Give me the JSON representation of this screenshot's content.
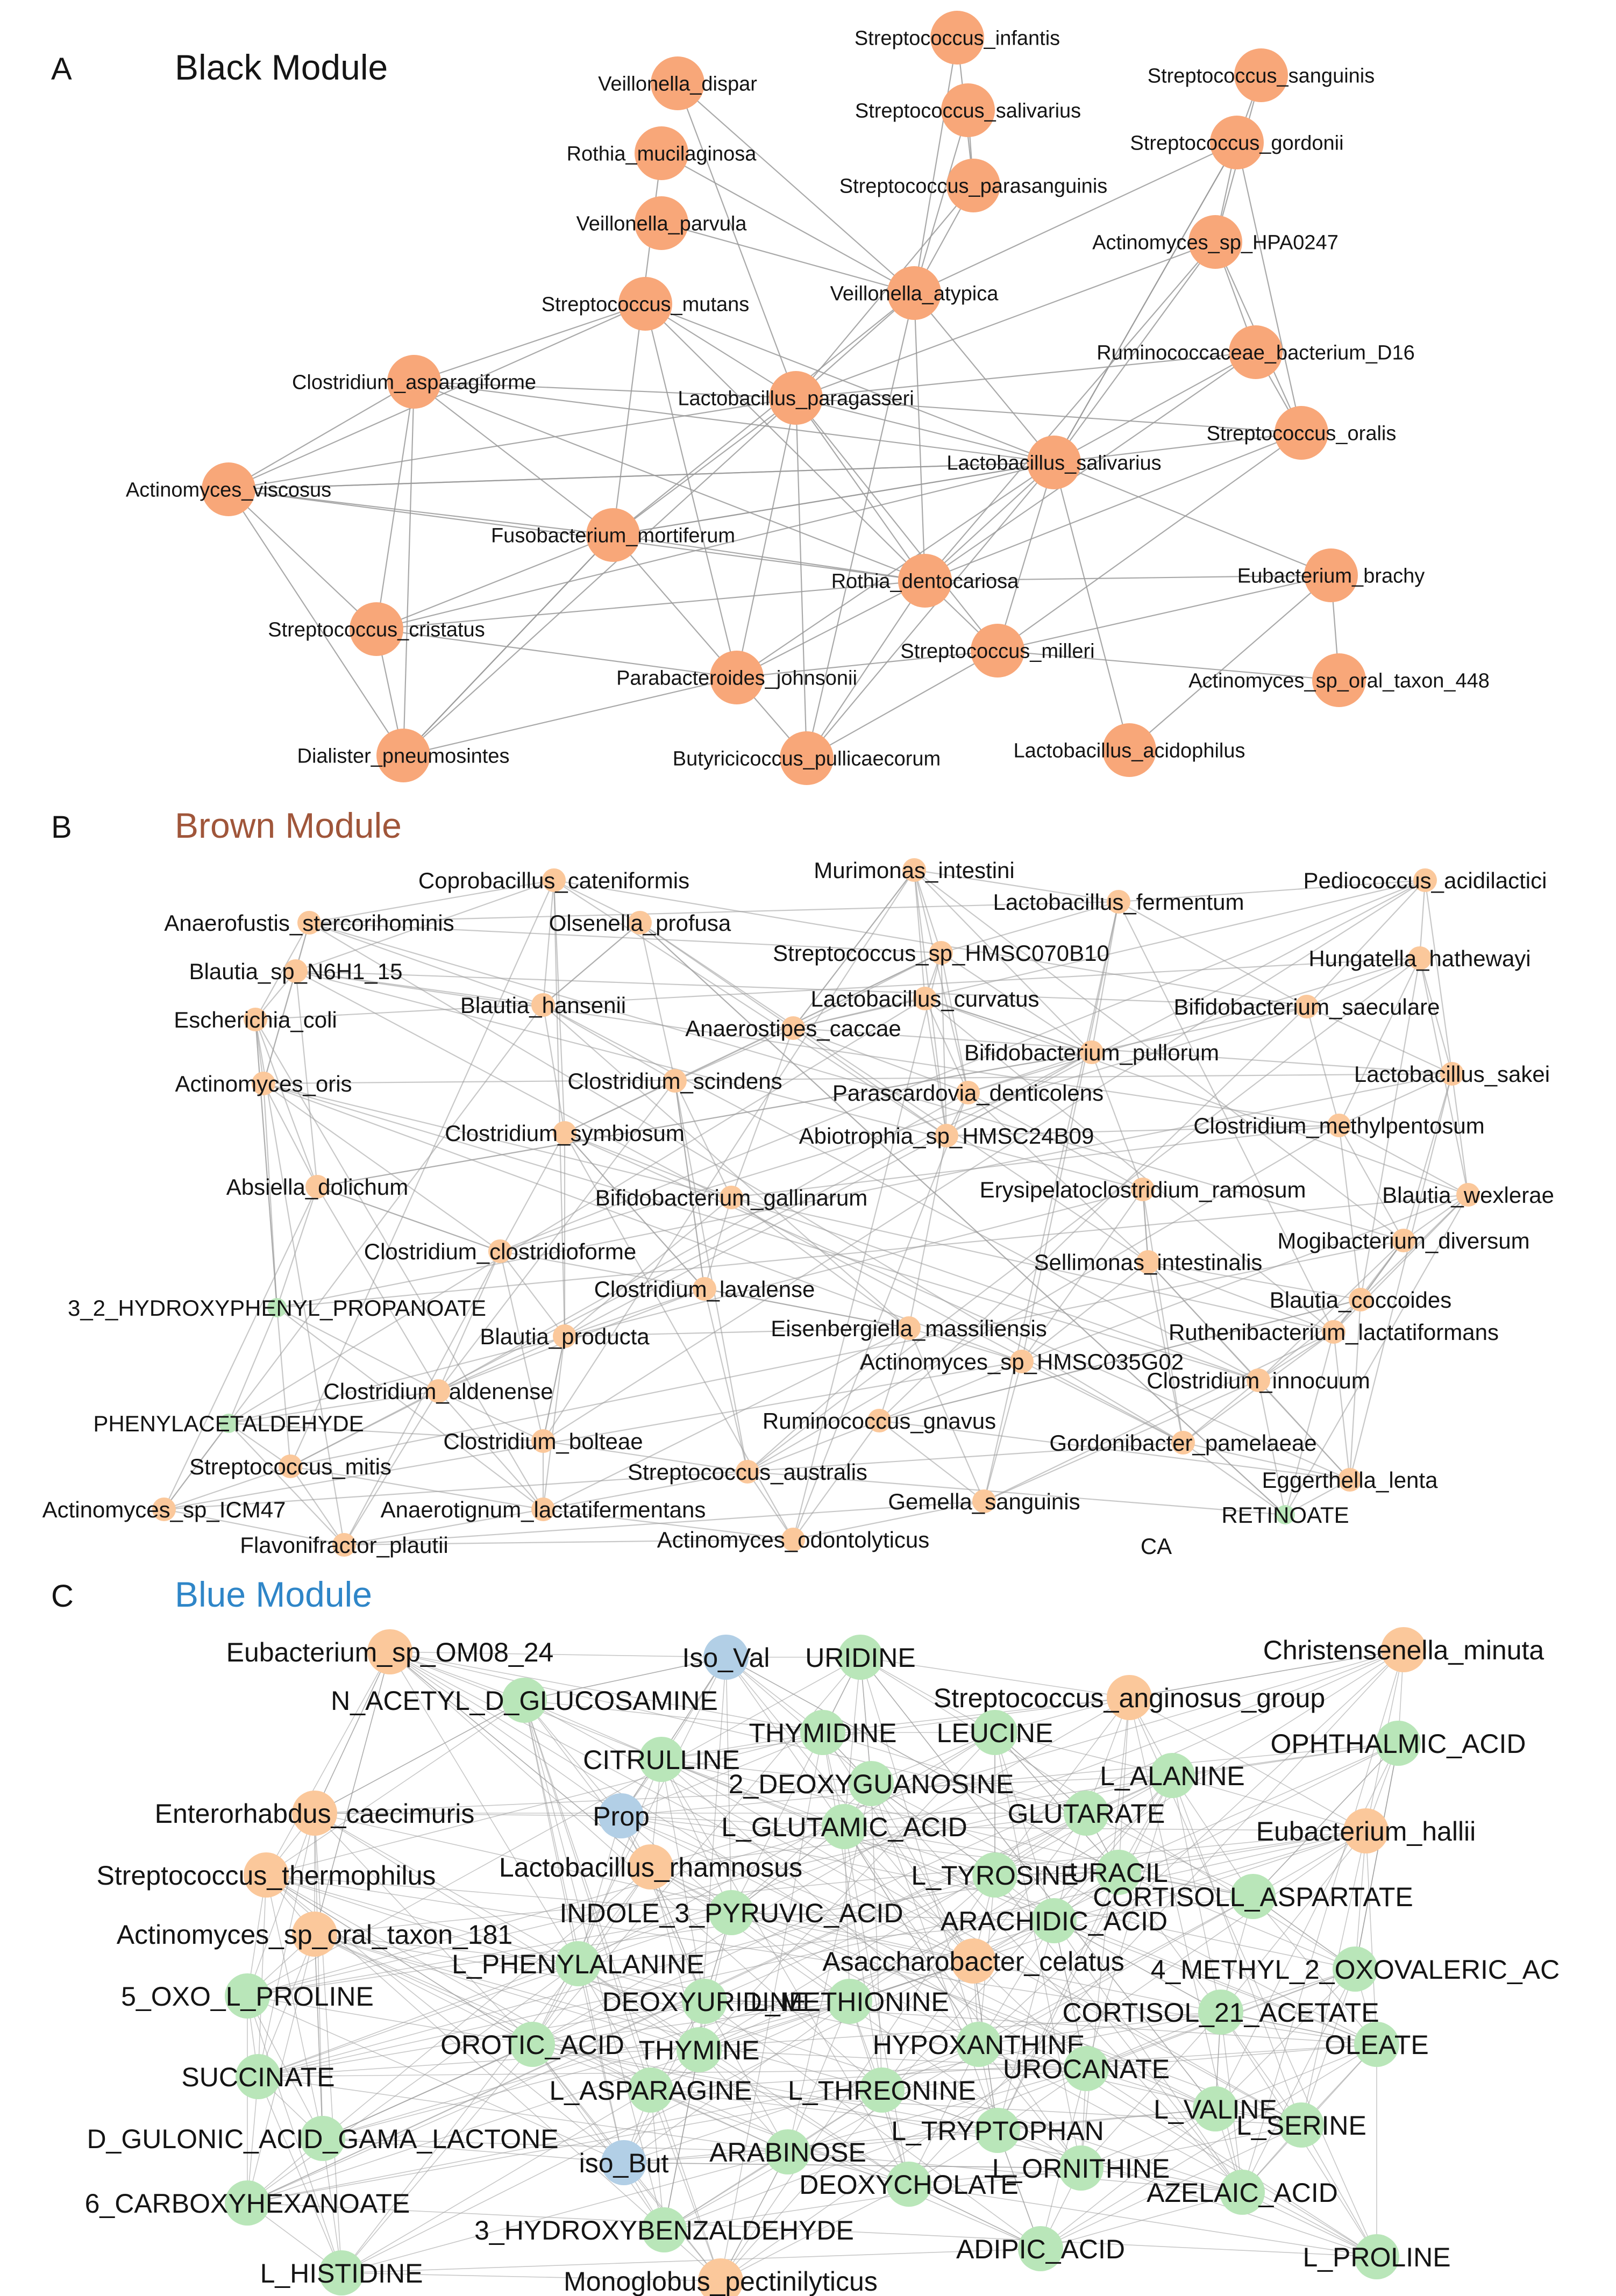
{
  "colors": {
    "taxon": "#f8a779",
    "taxon_light": "#fbc89b",
    "metabolite": "#b9e6b9",
    "scfa": "#b2cfe6",
    "edge": "#9a9a9a",
    "title_black": "#141414",
    "title_brown": "#a0563a",
    "title_blue": "#2f86c8"
  },
  "panels": [
    {
      "letter": "A",
      "title": "Black Module",
      "nodes": [
        {
          "id": "a1",
          "label": "Streptococcus_infantis",
          "type": "taxon"
        },
        {
          "id": "a2",
          "label": "Streptococcus_sanguinis",
          "type": "taxon"
        },
        {
          "id": "a3",
          "label": "Veillonella_dispar",
          "type": "taxon"
        },
        {
          "id": "a4",
          "label": "Streptococcus_salivarius",
          "type": "taxon"
        },
        {
          "id": "a5",
          "label": "Streptococcus_gordonii",
          "type": "taxon"
        },
        {
          "id": "a6",
          "label": "Rothia_mucilaginosa",
          "type": "taxon"
        },
        {
          "id": "a7",
          "label": "Streptococcus_parasanguinis",
          "type": "taxon"
        },
        {
          "id": "a8",
          "label": "Veillonella_parvula",
          "type": "taxon"
        },
        {
          "id": "a9",
          "label": "Actinomyces_sp_HPA0247",
          "type": "taxon"
        },
        {
          "id": "a10",
          "label": "Veillonella_atypica",
          "type": "taxon"
        },
        {
          "id": "a11",
          "label": "Streptococcus_mutans",
          "type": "taxon"
        },
        {
          "id": "a12",
          "label": "Ruminococcaceae_bacterium_D16",
          "type": "taxon"
        },
        {
          "id": "a13",
          "label": "Clostridium_asparagiforme",
          "type": "taxon"
        },
        {
          "id": "a14",
          "label": "Lactobacillus_paragasseri",
          "type": "taxon"
        },
        {
          "id": "a15",
          "label": "Streptococcus_oralis",
          "type": "taxon"
        },
        {
          "id": "a16",
          "label": "Lactobacillus_salivarius",
          "type": "taxon"
        },
        {
          "id": "a17",
          "label": "Actinomyces_viscosus",
          "type": "taxon"
        },
        {
          "id": "a18",
          "label": "Fusobacterium_mortiferum",
          "type": "taxon"
        },
        {
          "id": "a19",
          "label": "Rothia_dentocariosa",
          "type": "taxon"
        },
        {
          "id": "a20",
          "label": "Eubacterium_brachy",
          "type": "taxon"
        },
        {
          "id": "a21",
          "label": "Streptococcus_cristatus",
          "type": "taxon"
        },
        {
          "id": "a22",
          "label": "Streptococcus_milleri",
          "type": "taxon"
        },
        {
          "id": "a23",
          "label": "Parabacteroides_johnsonii",
          "type": "taxon"
        },
        {
          "id": "a24",
          "label": "Actinomyces_sp_oral_taxon_448",
          "type": "taxon"
        },
        {
          "id": "a25",
          "label": "Dialister_pneumosintes",
          "type": "taxon"
        },
        {
          "id": "a26",
          "label": "Butyricicoccus_pullicaecorum",
          "type": "taxon"
        },
        {
          "id": "a27",
          "label": "Lactobacillus_acidophilus",
          "type": "taxon"
        }
      ]
    },
    {
      "letter": "B",
      "title": "Brown Module",
      "nodes": [
        {
          "id": "b1",
          "label": "Murimonas_intestini",
          "type": "taxon_light"
        },
        {
          "id": "b2",
          "label": "Coprobacillus_cateniformis",
          "type": "taxon_light"
        },
        {
          "id": "b3",
          "label": "Pediococcus_acidilactici",
          "type": "taxon_light"
        },
        {
          "id": "b4",
          "label": "Lactobacillus_fermentum",
          "type": "taxon_light"
        },
        {
          "id": "b5",
          "label": "Anaerofustis_stercorihominis",
          "type": "taxon_light"
        },
        {
          "id": "b6",
          "label": "Olsenella_profusa",
          "type": "taxon_light"
        },
        {
          "id": "b7",
          "label": "Streptococcus_sp_HMSC070B10",
          "type": "taxon_light"
        },
        {
          "id": "b8",
          "label": "Blautia_sp_N6H1_15",
          "type": "taxon_light"
        },
        {
          "id": "b9",
          "label": "Hungatella_hathewayi",
          "type": "taxon_light"
        },
        {
          "id": "b10",
          "label": "Lactobacillus_curvatus",
          "type": "taxon_light"
        },
        {
          "id": "b11",
          "label": "Blautia_hansenii",
          "type": "taxon_light"
        },
        {
          "id": "b12",
          "label": "Bifidobacterium_saeculare",
          "type": "taxon_light"
        },
        {
          "id": "b13",
          "label": "Escherichia_coli",
          "type": "taxon_light"
        },
        {
          "id": "b14",
          "label": "Anaerostipes_caccae",
          "type": "taxon_light"
        },
        {
          "id": "b15",
          "label": "Bifidobacterium_pullorum",
          "type": "taxon_light"
        },
        {
          "id": "b16",
          "label": "Lactobacillus_sakei",
          "type": "taxon_light"
        },
        {
          "id": "b17",
          "label": "Actinomyces_oris",
          "type": "taxon_light"
        },
        {
          "id": "b18",
          "label": "Clostridium_scindens",
          "type": "taxon_light"
        },
        {
          "id": "b19",
          "label": "Parascardovia_denticolens",
          "type": "taxon_light"
        },
        {
          "id": "b20",
          "label": "Clostridium_symbiosum",
          "type": "taxon_light"
        },
        {
          "id": "b21",
          "label": "Abiotrophia_sp_HMSC24B09",
          "type": "taxon_light"
        },
        {
          "id": "b22",
          "label": "Clostridium_methylpentosum",
          "type": "taxon_light"
        },
        {
          "id": "b23",
          "label": "Absiella_dolichum",
          "type": "taxon_light"
        },
        {
          "id": "b24",
          "label": "Bifidobacterium_gallinarum",
          "type": "taxon_light"
        },
        {
          "id": "b25",
          "label": "Erysipelatoclostridium_ramosum",
          "type": "taxon_light"
        },
        {
          "id": "b26",
          "label": "Blautia_wexlerae",
          "type": "taxon_light"
        },
        {
          "id": "b27",
          "label": "Mogibacterium_diversum",
          "type": "taxon_light"
        },
        {
          "id": "b28",
          "label": "Clostridium_clostridioforme",
          "type": "taxon_light"
        },
        {
          "id": "b29",
          "label": "Sellimonas_intestinalis",
          "type": "taxon_light"
        },
        {
          "id": "b30",
          "label": "3_2_HYDROXYPHENYL_PROPANOATE",
          "type": "metabolite"
        },
        {
          "id": "b31",
          "label": "Clostridium_lavalense",
          "type": "taxon_light"
        },
        {
          "id": "b32",
          "label": "Blautia_coccoides",
          "type": "taxon_light"
        },
        {
          "id": "b33",
          "label": "Eisenbergiella_massiliensis",
          "type": "taxon_light"
        },
        {
          "id": "b34",
          "label": "Blautia_producta",
          "type": "taxon_light"
        },
        {
          "id": "b35",
          "label": "Ruthenibacterium_lactatiformans",
          "type": "taxon_light"
        },
        {
          "id": "b36",
          "label": "Actinomyces_sp_HMSC035G02",
          "type": "taxon_light"
        },
        {
          "id": "b37",
          "label": "Clostridium_innocuum",
          "type": "taxon_light"
        },
        {
          "id": "b38",
          "label": "Clostridium_aldenense",
          "type": "taxon_light"
        },
        {
          "id": "b39",
          "label": "PHENYLACETALDEHYDE",
          "type": "metabolite"
        },
        {
          "id": "b40",
          "label": "Ruminococcus_gnavus",
          "type": "taxon_light"
        },
        {
          "id": "b41",
          "label": "Clostridium_bolteae",
          "type": "taxon_light"
        },
        {
          "id": "b42",
          "label": "Gordonibacter_pamelaeae",
          "type": "taxon_light"
        },
        {
          "id": "b43",
          "label": "Streptococcus_mitis",
          "type": "taxon_light"
        },
        {
          "id": "b44",
          "label": "Streptococcus_australis",
          "type": "taxon_light"
        },
        {
          "id": "b45",
          "label": "Eggerthella_lenta",
          "type": "taxon_light"
        },
        {
          "id": "b46",
          "label": "Actinomyces_sp_ICM47",
          "type": "taxon_light"
        },
        {
          "id": "b47",
          "label": "Anaerotignum_lactatifermentans",
          "type": "taxon_light"
        },
        {
          "id": "b48",
          "label": "Gemella_sanguinis",
          "type": "taxon_light"
        },
        {
          "id": "b49",
          "label": "RETINOATE",
          "type": "metabolite"
        },
        {
          "id": "b50",
          "label": "Flavonifractor_plautii",
          "type": "taxon_light"
        },
        {
          "id": "b51",
          "label": "Actinomyces_odontolyticus",
          "type": "taxon_light"
        },
        {
          "id": "b52",
          "label": "CA",
          "type": "metabolite"
        }
      ]
    },
    {
      "letter": "C",
      "title": "Blue Module",
      "nodes": [
        {
          "id": "c1",
          "label": "Eubacterium_sp_OM08_24",
          "type": "taxon_light"
        },
        {
          "id": "c2",
          "label": "Iso_Val",
          "type": "scfa"
        },
        {
          "id": "c3",
          "label": "URIDINE",
          "type": "metabolite"
        },
        {
          "id": "c4",
          "label": "Christensenella_minuta",
          "type": "taxon_light"
        },
        {
          "id": "c5",
          "label": "N_ACETYL_D_GLUCOSAMINE",
          "type": "metabolite"
        },
        {
          "id": "c6",
          "label": "Streptococcus_anginosus_group",
          "type": "taxon_light"
        },
        {
          "id": "c7",
          "label": "THYMIDINE",
          "type": "metabolite"
        },
        {
          "id": "c8",
          "label": "LEUCINE",
          "type": "metabolite"
        },
        {
          "id": "c9",
          "label": "OPHTHALMIC_ACID",
          "type": "metabolite"
        },
        {
          "id": "c10",
          "label": "CITRULLINE",
          "type": "metabolite"
        },
        {
          "id": "c11",
          "label": "L_ALANINE",
          "type": "metabolite"
        },
        {
          "id": "c12",
          "label": "2_DEOXYGUANOSINE",
          "type": "metabolite"
        },
        {
          "id": "c13",
          "label": "Enterorhabdus_caecimuris",
          "type": "taxon_light"
        },
        {
          "id": "c14",
          "label": "GLUTARATE",
          "type": "metabolite"
        },
        {
          "id": "c15",
          "label": "Prop",
          "type": "scfa"
        },
        {
          "id": "c16",
          "label": "L_GLUTAMIC_ACID",
          "type": "metabolite"
        },
        {
          "id": "c17",
          "label": "Eubacterium_hallii",
          "type": "taxon_light"
        },
        {
          "id": "c18",
          "label": "Streptococcus_thermophilus",
          "type": "taxon_light"
        },
        {
          "id": "c19",
          "label": "Lactobacillus_rhamnosus",
          "type": "taxon_light"
        },
        {
          "id": "c20",
          "label": "L_TYROSINE",
          "type": "metabolite"
        },
        {
          "id": "c21",
          "label": "URACIL",
          "type": "metabolite"
        },
        {
          "id": "c22",
          "label": "CORTISOLL_ASPARTATE",
          "type": "metabolite"
        },
        {
          "id": "c23",
          "label": "INDOLE_3_PYRUVIC_ACID",
          "type": "metabolite"
        },
        {
          "id": "c24",
          "label": "ARACHIDIC_ACID",
          "type": "metabolite"
        },
        {
          "id": "c25",
          "label": "Actinomyces_sp_oral_taxon_181",
          "type": "taxon_light"
        },
        {
          "id": "c26",
          "label": "L_PHENYLALANINE",
          "type": "metabolite"
        },
        {
          "id": "c27",
          "label": "Asaccharobacter_celatus",
          "type": "taxon_light"
        },
        {
          "id": "c28",
          "label": "4_METHYL_2_OXOVALERIC_AC",
          "type": "metabolite"
        },
        {
          "id": "c29",
          "label": "5_OXO_L_PROLINE",
          "type": "metabolite"
        },
        {
          "id": "c30",
          "label": "DEOXYURIDINE",
          "type": "metabolite"
        },
        {
          "id": "c31",
          "label": "L_METHIONINE",
          "type": "metabolite"
        },
        {
          "id": "c32",
          "label": "CORTISOL_21_ACETATE",
          "type": "metabolite"
        },
        {
          "id": "c33",
          "label": "OROTIC_ACID",
          "type": "metabolite"
        },
        {
          "id": "c34",
          "label": "THYMINE",
          "type": "metabolite"
        },
        {
          "id": "c35",
          "label": "HYPOXANTHINE",
          "type": "metabolite"
        },
        {
          "id": "c36",
          "label": "OLEATE",
          "type": "metabolite"
        },
        {
          "id": "c37",
          "label": "SUCCINATE",
          "type": "metabolite"
        },
        {
          "id": "c38",
          "label": "UROCANATE",
          "type": "metabolite"
        },
        {
          "id": "c39",
          "label": "L_ASPARAGINE",
          "type": "metabolite"
        },
        {
          "id": "c40",
          "label": "L_THREONINE",
          "type": "metabolite"
        },
        {
          "id": "c41",
          "label": "L_VALINE",
          "type": "metabolite"
        },
        {
          "id": "c42",
          "label": "L_SERINE",
          "type": "metabolite"
        },
        {
          "id": "c43",
          "label": "D_GULONIC_ACID_GAMA_LACTONE",
          "type": "metabolite"
        },
        {
          "id": "c44",
          "label": "L_TRYPTOPHAN",
          "type": "metabolite"
        },
        {
          "id": "c45",
          "label": "iso_But",
          "type": "scfa"
        },
        {
          "id": "c46",
          "label": "ARABINOSE",
          "type": "metabolite"
        },
        {
          "id": "c47",
          "label": "L_ORNITHINE",
          "type": "metabolite"
        },
        {
          "id": "c48",
          "label": "DEOXYCHOLATE",
          "type": "metabolite"
        },
        {
          "id": "c49",
          "label": "AZELAIC_ACID",
          "type": "metabolite"
        },
        {
          "id": "c50",
          "label": "6_CARBOXYHEXANOATE",
          "type": "metabolite"
        },
        {
          "id": "c51",
          "label": "3_HYDROXYBENZALDEHYDE",
          "type": "metabolite"
        },
        {
          "id": "c52",
          "label": "ADIPIC_ACID",
          "type": "metabolite"
        },
        {
          "id": "c53",
          "label": "L_PROLINE",
          "type": "metabolite"
        },
        {
          "id": "c54",
          "label": "L_HISTIDINE",
          "type": "metabolite"
        },
        {
          "id": "c55",
          "label": "Monoglobus_pectinilyticus",
          "type": "taxon_light"
        }
      ]
    }
  ]
}
